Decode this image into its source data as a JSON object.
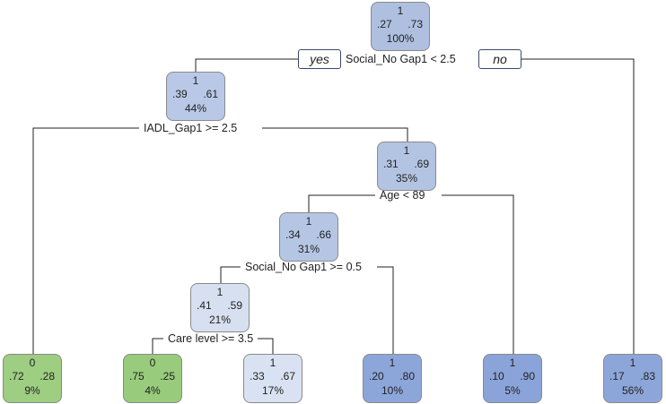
{
  "labels": {
    "yes": "yes",
    "no": "no"
  },
  "nodes": {
    "root": {
      "cls": "1",
      "p0": ".27",
      "p1": ".73",
      "pct": "100%",
      "fill": "#aebfe0"
    },
    "n2": {
      "cls": "1",
      "p0": ".39",
      "p1": ".61",
      "pct": "44%",
      "fill": "#b9c8e6"
    },
    "n5": {
      "cls": "1",
      "p0": ".31",
      "p1": ".69",
      "pct": "35%",
      "fill": "#b3c4e3"
    },
    "n10": {
      "cls": "1",
      "p0": ".34",
      "p1": ".66",
      "pct": "31%",
      "fill": "#b5c6e4"
    },
    "n20": {
      "cls": "1",
      "p0": ".41",
      "p1": ".59",
      "pct": "21%",
      "fill": "#d7e0f0"
    },
    "leaf1": {
      "cls": "0",
      "p0": ".72",
      "p1": ".28",
      "pct": "9%",
      "fill": "#9dce82"
    },
    "leaf2": {
      "cls": "0",
      "p0": ".75",
      "p1": ".25",
      "pct": "4%",
      "fill": "#98cb7c"
    },
    "leaf3": {
      "cls": "1",
      "p0": ".33",
      "p1": ".67",
      "pct": "17%",
      "fill": "#d9e2f2"
    },
    "leaf4": {
      "cls": "1",
      "p0": ".20",
      "p1": ".80",
      "pct": "10%",
      "fill": "#8da6da"
    },
    "leaf5": {
      "cls": "1",
      "p0": ".10",
      "p1": ".90",
      "pct": "5%",
      "fill": "#8aa3d9"
    },
    "leaf6": {
      "cls": "1",
      "p0": ".17",
      "p1": ".83",
      "pct": "56%",
      "fill": "#8da6da"
    }
  },
  "splits": {
    "s_root": "Social_No Gap1 < 2.5",
    "s_n2": "IADL_Gap1 >= 2.5",
    "s_n5": "Age < 89",
    "s_n10": "Social_No Gap1 >= 0.5",
    "s_n20": "Care level >= 3.5"
  }
}
